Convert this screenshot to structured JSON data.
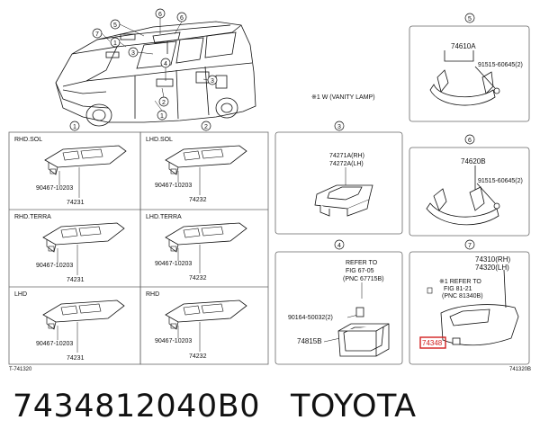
{
  "ref_numbers": [
    "1",
    "2",
    "3",
    "4",
    "5",
    "6",
    "7"
  ],
  "vehicle_callouts": [
    "5",
    "6",
    "7",
    "3",
    "3",
    "4",
    "2",
    "1"
  ],
  "vanity_note": "※1 W (VANITY LAMP)",
  "panel1": {
    "callout": "1",
    "cells": [
      {
        "header": "RHD.SOL",
        "part_a": "90467-10203",
        "part_b": "74231"
      },
      {
        "header": "RHD.TERRA",
        "part_a": "90467-10203",
        "part_b": "74231"
      },
      {
        "header": "LHD",
        "part_a": "90467-10203",
        "part_b": "74231"
      }
    ]
  },
  "panel2": {
    "callout": "2",
    "cells": [
      {
        "header": "LHD.SOL",
        "part_a": "90467-10203",
        "part_b": "74232"
      },
      {
        "header": "LHD.TERRA",
        "part_a": "90467-10203",
        "part_b": "74232"
      },
      {
        "header": "RHD",
        "part_a": "90467-10203",
        "part_b": "74232"
      }
    ]
  },
  "panel3": {
    "callout": "3",
    "part_a": "74271A(RH)",
    "part_b": "74272A(LH)"
  },
  "panel4": {
    "callout": "4",
    "refer": "REFER TO",
    "fig": "FIG 67-05",
    "pnc": "(PNC 67715B)",
    "part_a": "90164-50032(2)",
    "part_b": "74815B"
  },
  "panel5": {
    "callout": "5",
    "part_a": "74610A",
    "part_b": "91515-60645(2)"
  },
  "panel6": {
    "callout": "6",
    "part_a": "74620B",
    "part_b": "91515-60645(2)"
  },
  "panel7": {
    "callout": "7",
    "part_a": "74310(RH)",
    "part_b": "74320(LH)",
    "refer": "※1 REFER TO",
    "fig": "FIG 81-21",
    "pnc": "(PNC 81340B)",
    "highlight": "74348"
  },
  "footer_left": "T-741320",
  "footer_right": "741320B",
  "part_number": "7434812040B0",
  "brand": "TOYOTA",
  "colors": {
    "highlight": "#d22020",
    "line": "#111111",
    "panel_border": "#666666"
  }
}
